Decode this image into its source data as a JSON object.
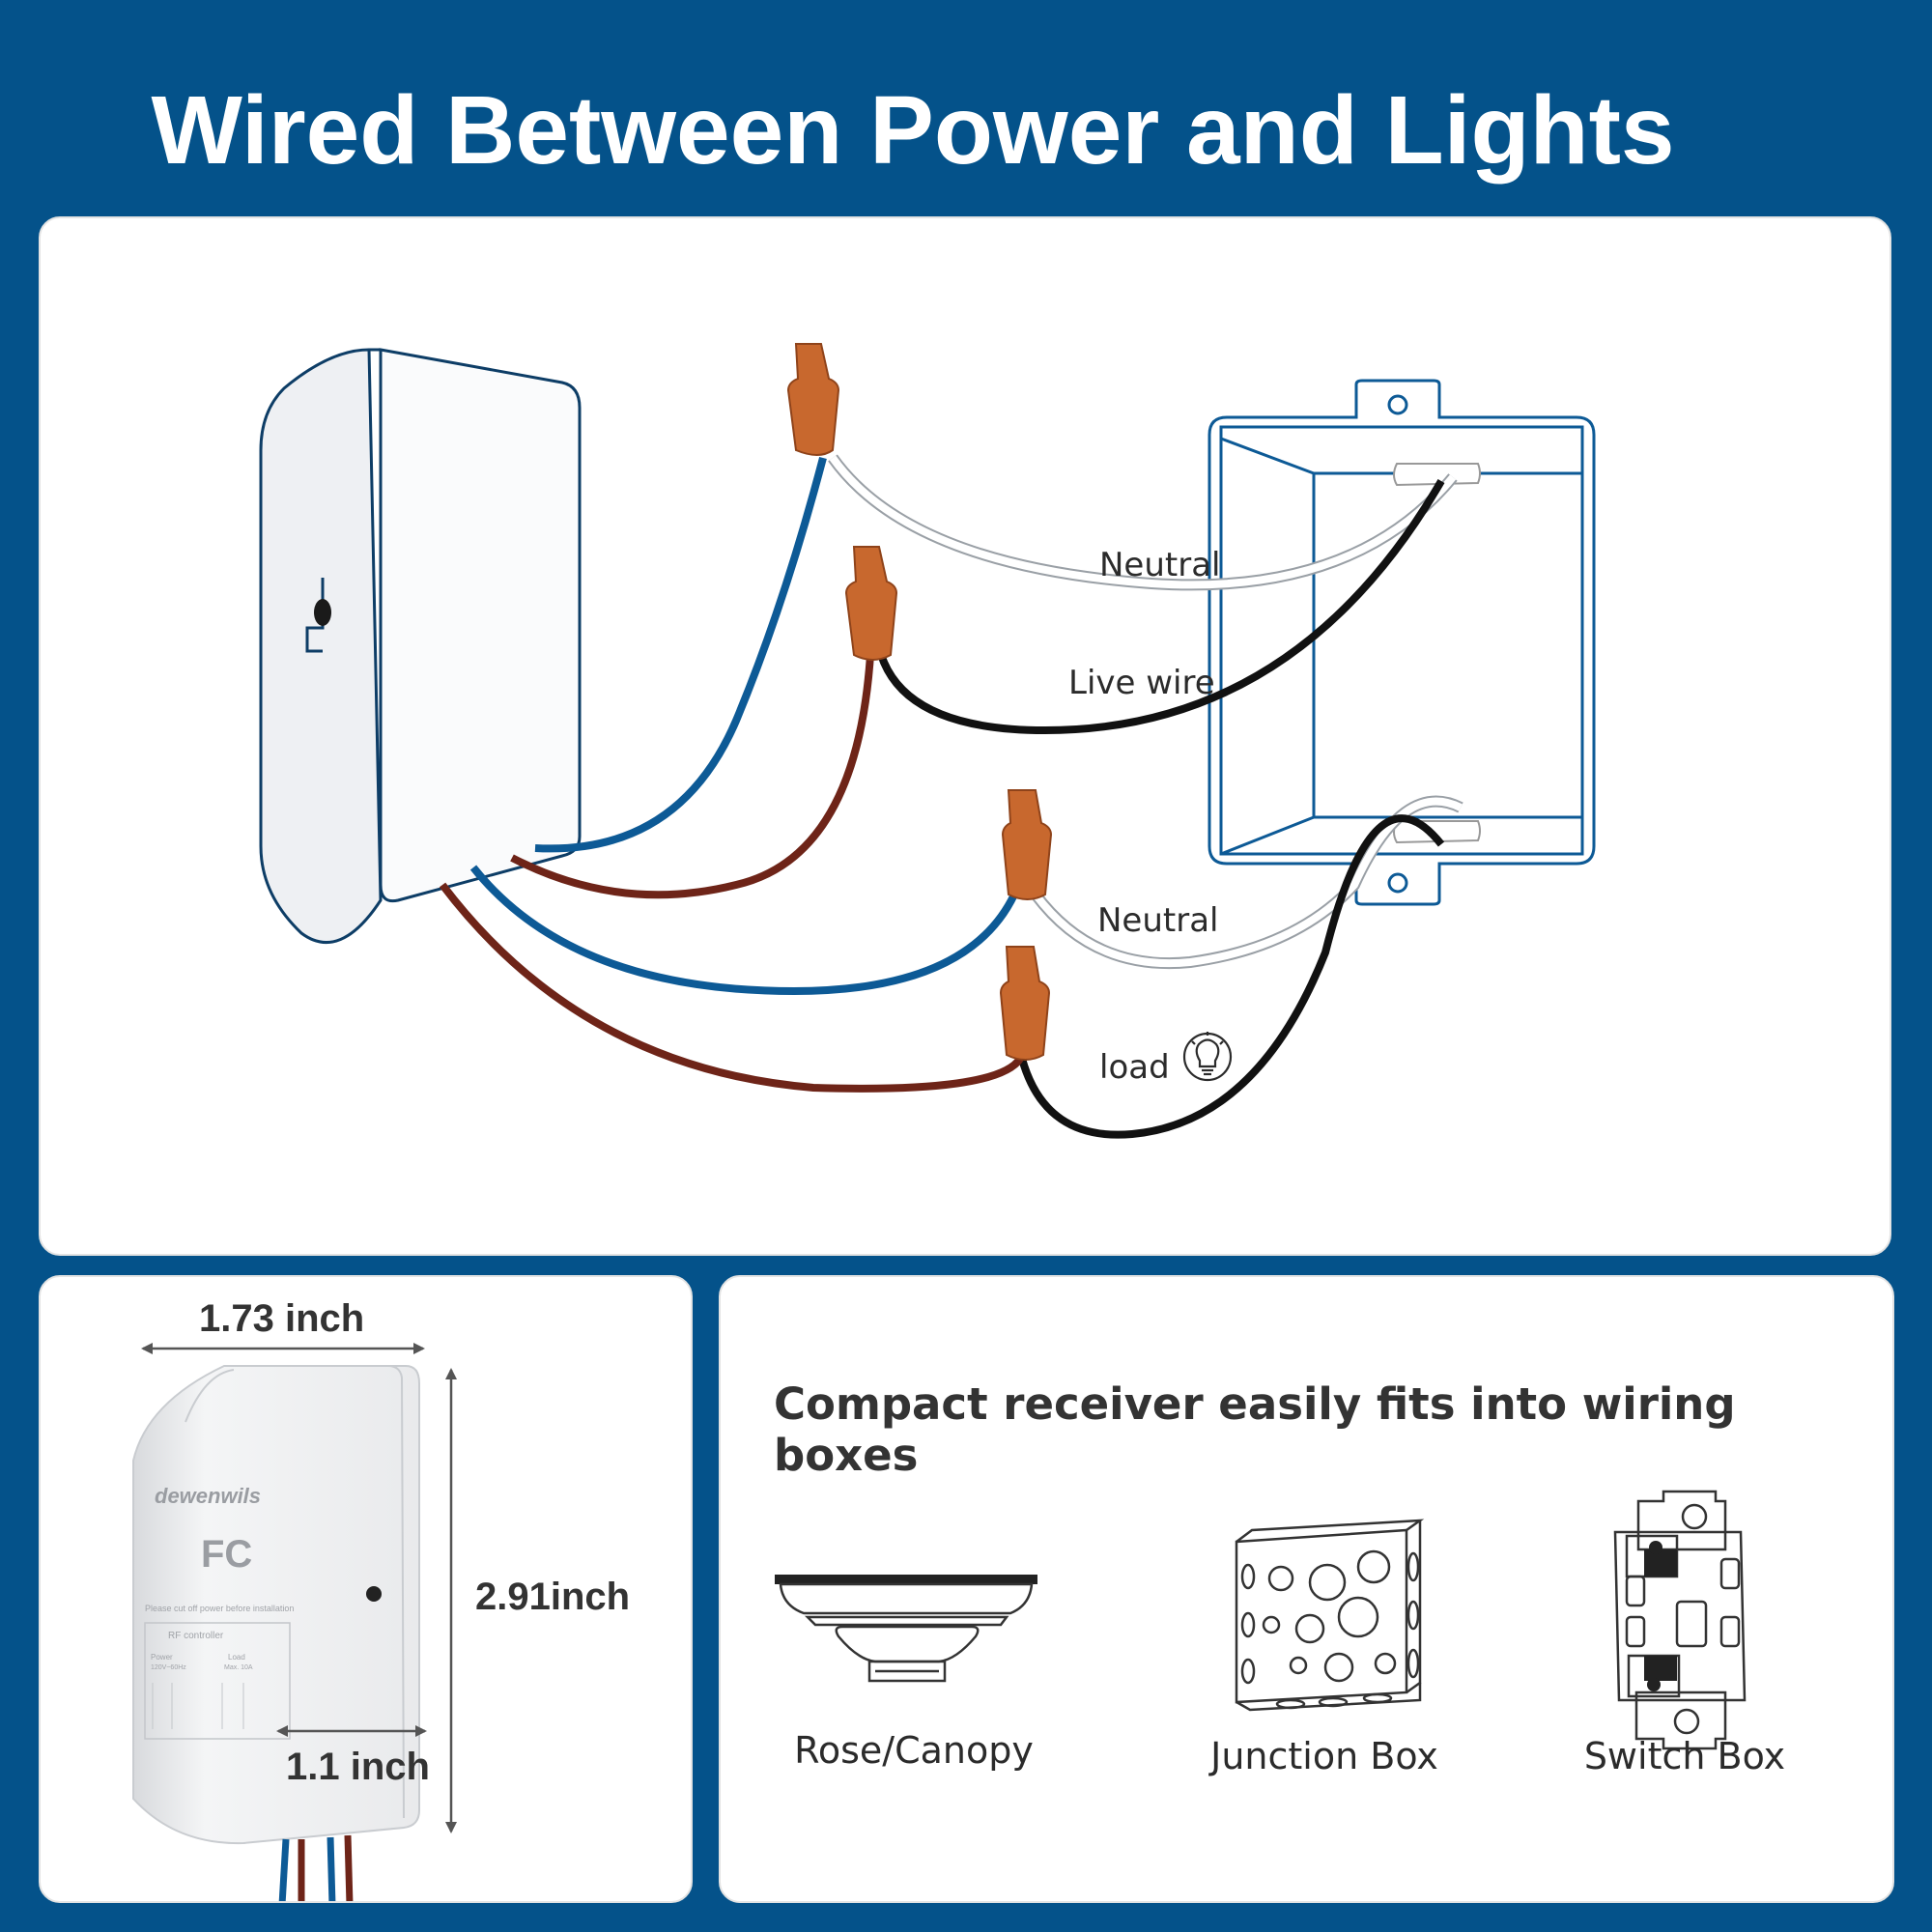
{
  "title": "Wired Between Power and Lights",
  "diagram": {
    "labels": {
      "neutral_top": "Neutral",
      "live_wire": "Live wire",
      "neutral_bottom": "Neutral",
      "load": "load"
    },
    "colors": {
      "background": "#04528a",
      "blue_wire": "#0d5a96",
      "brown_wire": "#6e2418",
      "black_wire": "#111111",
      "wire_nut": "#c8682e"
    }
  },
  "dimensions": {
    "width": "1.73 inch",
    "height": "2.91inch",
    "depth": "1.1 inch",
    "device_text": {
      "brand": "dewenwils",
      "fcc": "FC",
      "warning": "Please cut off power before installation",
      "module": "RF controller",
      "power": "Power",
      "power_spec": "120V~60Hz",
      "load": "Load",
      "load_spec": "Max. 10A"
    }
  },
  "fits": {
    "heading": "Compact receiver easily fits into wiring boxes",
    "items": [
      {
        "label": "Rose/Canopy",
        "icon": "rose-canopy-icon"
      },
      {
        "label": "Junction Box",
        "icon": "junction-box-icon"
      },
      {
        "label": "Switch Box",
        "icon": "switch-box-icon"
      }
    ]
  }
}
